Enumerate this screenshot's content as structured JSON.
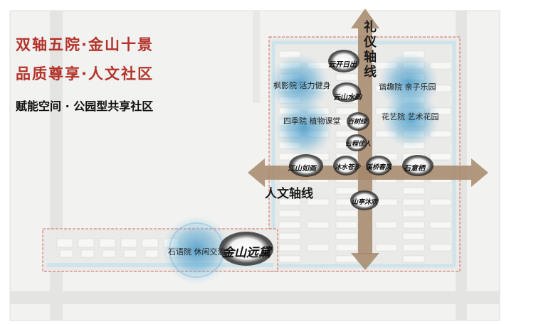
{
  "title": {
    "line1": "双轴五院·金山十景",
    "line2": "品质尊享·人文社区",
    "line3": "赋能空间 · 公园型共享社区"
  },
  "axes": {
    "vertical_label": [
      "礼",
      "仪",
      "轴",
      "线"
    ],
    "horizontal_label": "人文轴线"
  },
  "courtyards": [
    {
      "id": "fengying",
      "label": "枫影院  活力健身"
    },
    {
      "id": "xiequ",
      "label": "谐趣院  亲子乐园"
    },
    {
      "id": "siji",
      "label": "四季院  植物课堂"
    },
    {
      "id": "huayi",
      "label": "花艺院  艺术花园"
    },
    {
      "id": "shiyu",
      "label": "石语院  休闲交流"
    }
  ],
  "scenes": [
    {
      "id": "s1",
      "text": "云开日出"
    },
    {
      "id": "s2",
      "text": "云山水韵"
    },
    {
      "id": "s3",
      "text": "百树绿"
    },
    {
      "id": "s4",
      "text": "云程佳人"
    },
    {
      "id": "s5",
      "text": "江山如画"
    },
    {
      "id": "s6",
      "text": "沐水苍沙"
    },
    {
      "id": "s7",
      "text": "溪桥春风"
    },
    {
      "id": "s8",
      "text": "石意栖"
    },
    {
      "id": "s9",
      "text": "山亭沐欢"
    },
    {
      "id": "s10",
      "text": "金山远黛"
    }
  ],
  "colors": {
    "title_red": "#b3332b",
    "axis_arrow": "#a6876a",
    "glow_blue": "#2f8cc2",
    "building": "#f4f4f2",
    "road": "#e6e6e6",
    "water": "#cfe3ea"
  }
}
